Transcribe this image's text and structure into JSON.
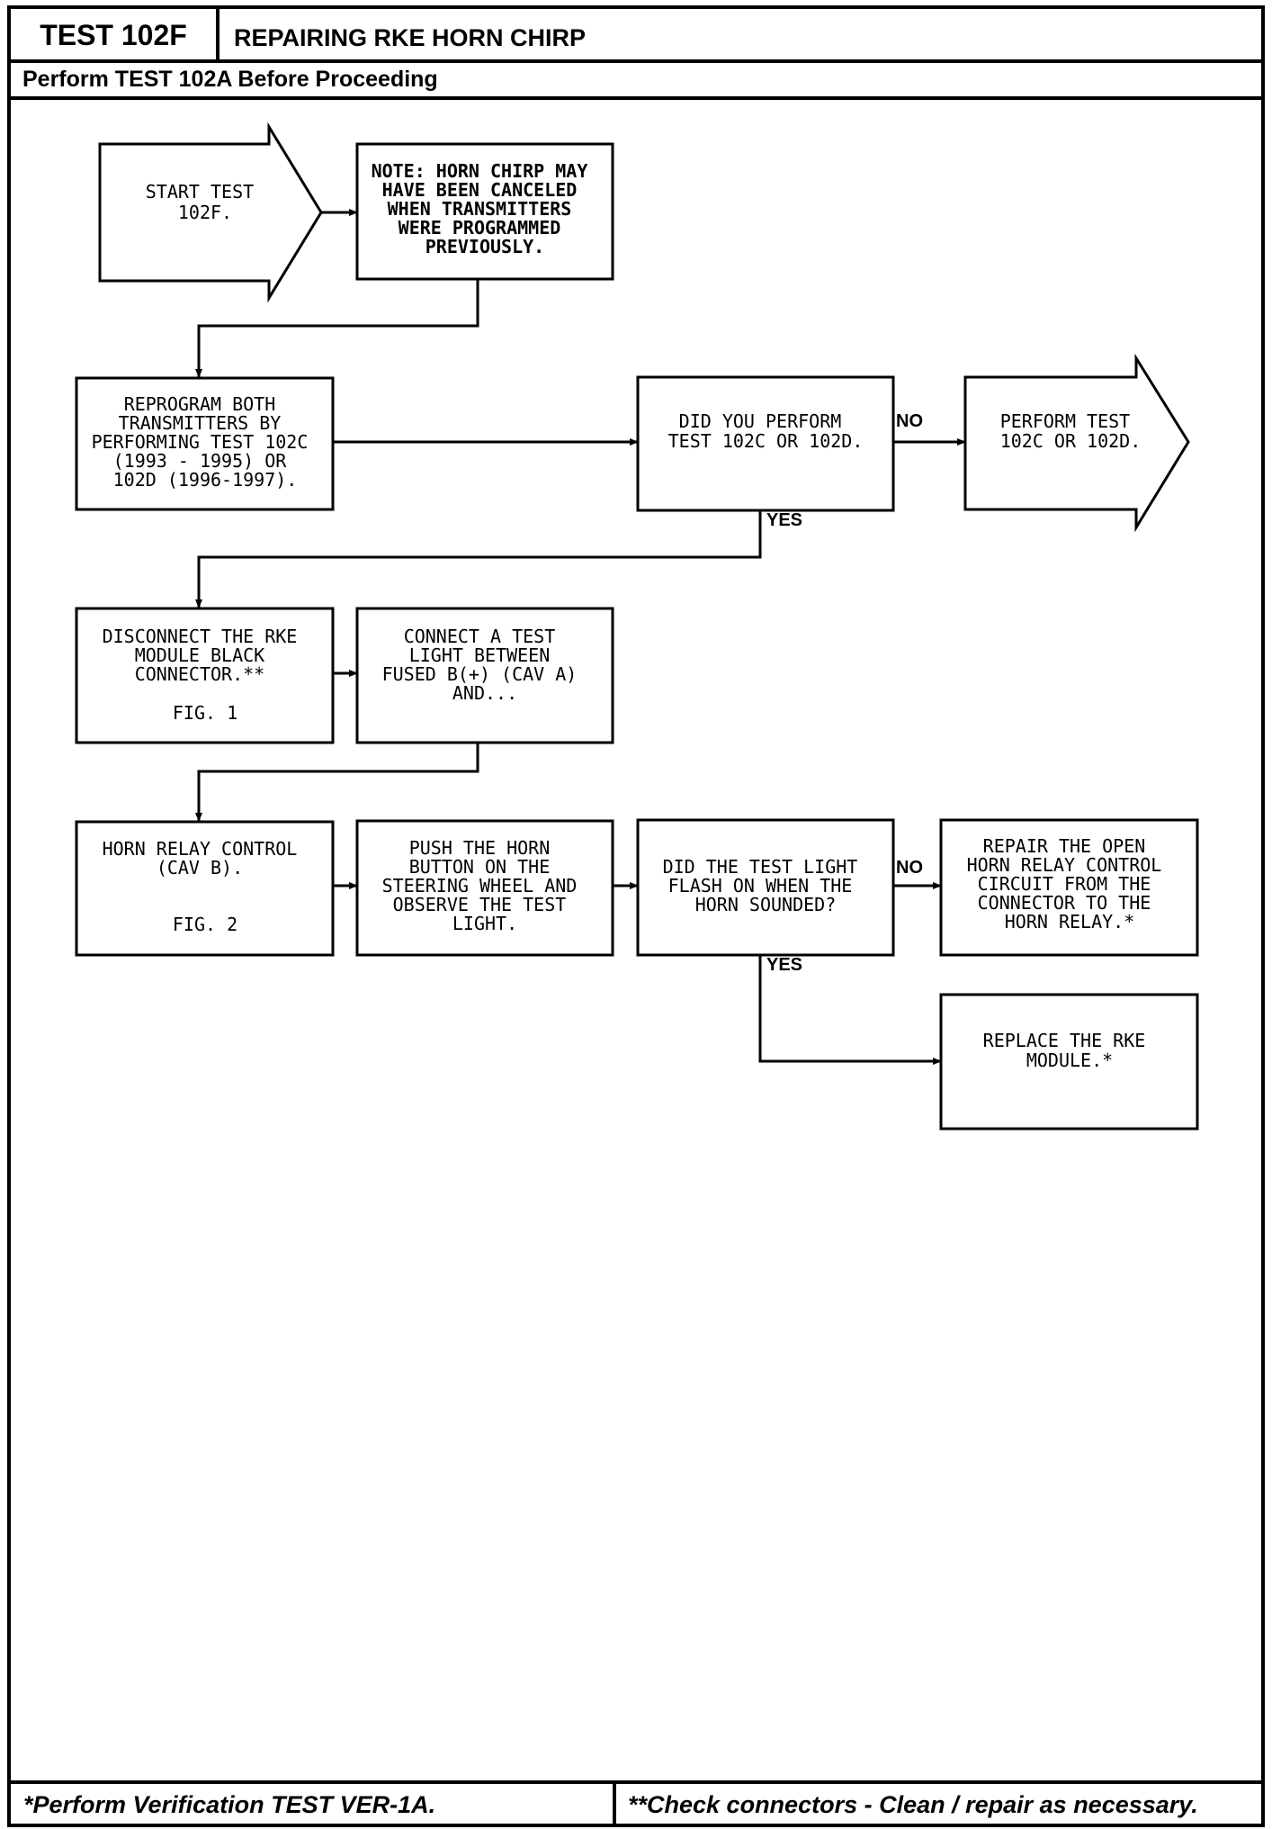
{
  "header": {
    "test_id": "TEST 102F",
    "title": "REPAIRING RKE HORN CHIRP",
    "prerequisite": "Perform TEST 102A Before Proceeding"
  },
  "nodes": {
    "start": [
      "START TEST",
      "102F."
    ],
    "note": [
      "NOTE: HORN CHIRP MAY",
      "HAVE BEEN CANCELED",
      "WHEN TRANSMITTERS",
      "WERE PROGRAMMED",
      "PREVIOUSLY."
    ],
    "reprogram": [
      "REPROGRAM BOTH",
      "TRANSMITTERS BY",
      "PERFORMING TEST 102C",
      "(1993 - 1995) OR",
      "102D (1996-1997)."
    ],
    "did_perform": [
      "DID YOU PERFORM",
      "TEST 102C OR 102D."
    ],
    "perform_test": [
      "PERFORM TEST",
      "102C OR 102D."
    ],
    "disconnect": [
      "DISCONNECT THE RKE",
      "MODULE BLACK",
      "CONNECTOR.**"
    ],
    "disconnect_fig": "FIG. 1",
    "connect_light": [
      "CONNECT A TEST",
      "LIGHT BETWEEN",
      "FUSED B(+) (CAV A)",
      "AND..."
    ],
    "horn_relay": [
      "HORN RELAY CONTROL",
      "(CAV B)."
    ],
    "horn_relay_fig": "FIG. 2",
    "push_horn": [
      "PUSH THE HORN",
      "BUTTON ON THE",
      "STEERING WHEEL AND",
      "OBSERVE THE TEST",
      "LIGHT."
    ],
    "did_flash": [
      "DID THE TEST LIGHT",
      "FLASH ON WHEN THE",
      "HORN SOUNDED?"
    ],
    "repair_open": [
      "REPAIR THE OPEN",
      "HORN RELAY CONTROL",
      "CIRCUIT FROM THE",
      "CONNECTOR TO THE",
      "HORN RELAY.*"
    ],
    "replace_module": [
      "REPLACE THE RKE",
      "MODULE.*"
    ]
  },
  "edge_labels": {
    "no_1": "NO",
    "yes_1": "YES",
    "no_2": "NO",
    "yes_2": "YES"
  },
  "footer": {
    "left": "*Perform Verification TEST VER-1A.",
    "right": "**Check connectors - Clean / repair as necessary."
  }
}
